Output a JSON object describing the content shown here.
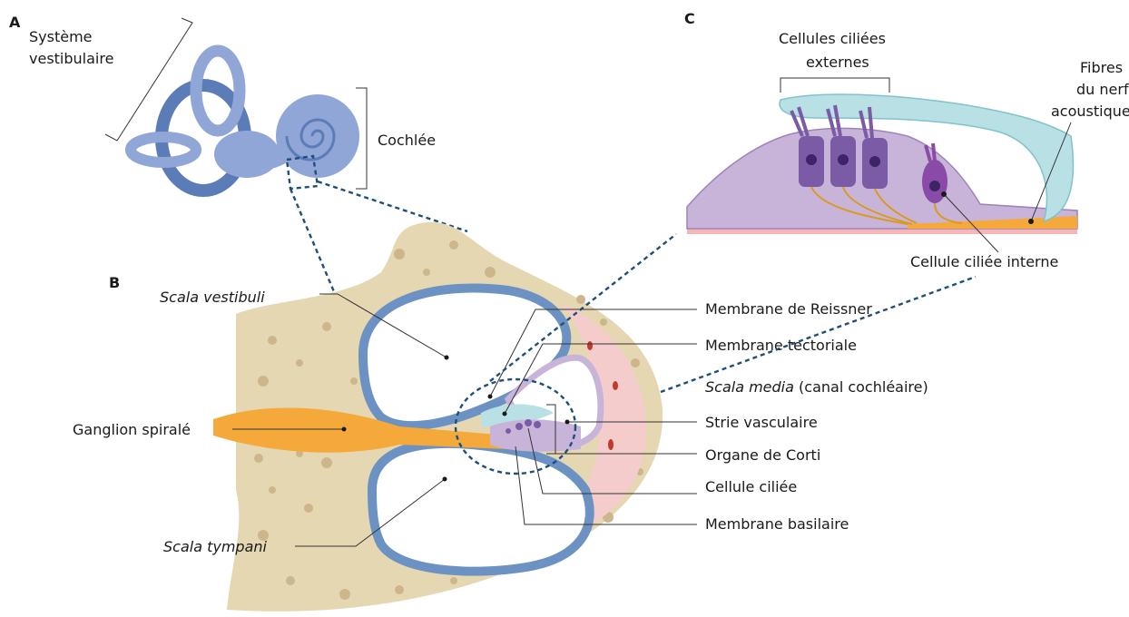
{
  "panels": {
    "a": "A",
    "b": "B",
    "c": "C"
  },
  "panel_a": {
    "vestibular_line1": "Système",
    "vestibular_line2": "vestibulaire",
    "cochlea": "Cochlée"
  },
  "panel_b": {
    "scala_vestibuli": "Scala vestibuli",
    "ganglion": "Ganglion spiralé",
    "scala_tympani": "Scala tympani",
    "reissner": "Membrane de Reissner",
    "tectorial": "Membrane tectoriale",
    "scala_media_italic": "Scala media",
    "scala_media_rest": " (canal cochléaire)",
    "stria": "Strie vasculaire",
    "corti": "Organe de Corti",
    "hair_cell": "Cellule ciliée",
    "basilar": "Membrane basilaire"
  },
  "panel_c": {
    "outer_line1": "Cellules ciliées",
    "outer_line2": "externes",
    "fibres_line1": "Fibres",
    "fibres_line2": "du nerf",
    "fibres_line3": "acoustique",
    "inner_hair_cell": "Cellule ciliée interne"
  },
  "colors": {
    "bone": "#e6d7b3",
    "bone_spots": "#cdb68c",
    "membrane_blue": "#6c92c4",
    "tectorial": "#b9e0e4",
    "pink": "#f4cccc",
    "nerve": "#f4a93a",
    "cell_purple": "#c9b4d9",
    "hair_cell_purple": "#7b5aa6",
    "inner_ear": "#8fa6d6",
    "dash_blue": "#1f4e79"
  }
}
